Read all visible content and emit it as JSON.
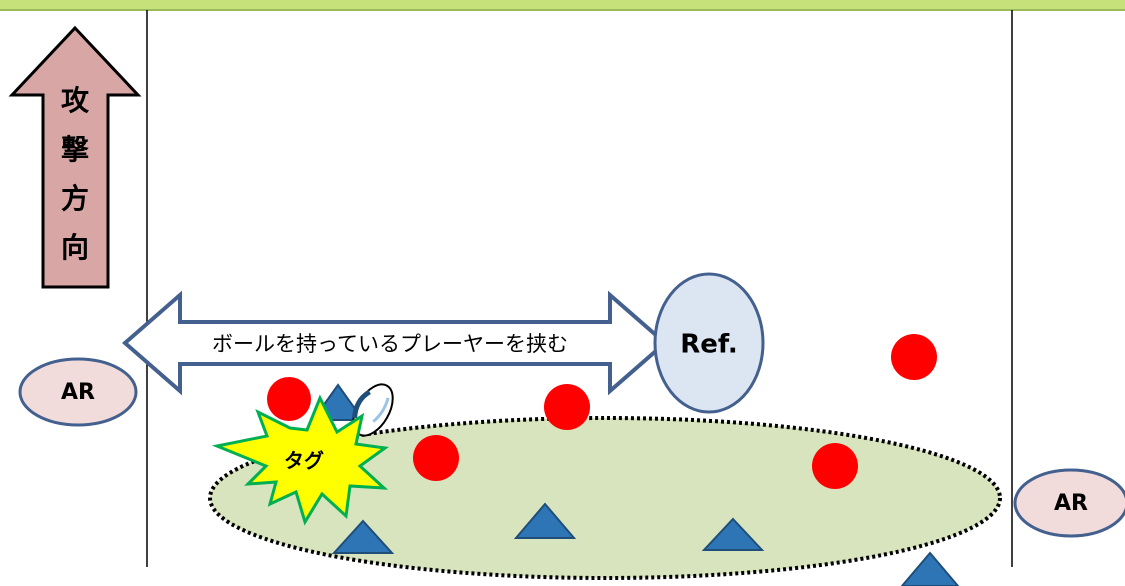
{
  "direction_arrow": {
    "chars": [
      "攻",
      "撃",
      "方",
      "向"
    ]
  },
  "double_arrow": {
    "label": "ボールを持っているプレーヤーを挟む"
  },
  "referee": {
    "label": "Ref."
  },
  "assistant_referees": {
    "left_label": "AR",
    "right_label": "AR"
  },
  "tag_burst": {
    "label": "タグ"
  },
  "colors": {
    "header_band": "#c6e07a",
    "header_border": "#9bbb59",
    "attack_arrow_fill": "#d9a6a6",
    "double_arrow_fill": "#ffffff",
    "double_arrow_stroke": "#44608e",
    "ref_fill": "#dce6f2",
    "ar_fill": "#f2dcdb",
    "zone_fill": "#d7e4bd",
    "red_player": "#ff0000",
    "blue_player": "#2e75b6",
    "burst_fill": "#ffff00",
    "burst_stroke": "#00b050"
  }
}
